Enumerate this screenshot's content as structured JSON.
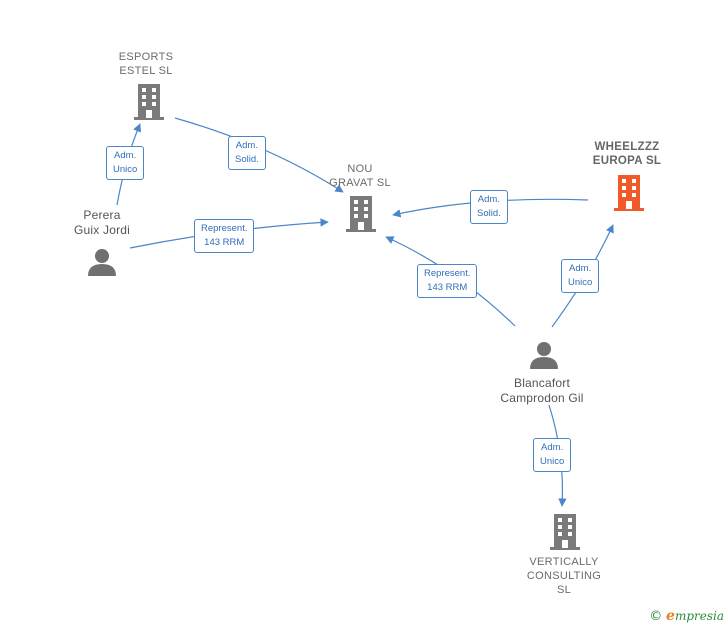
{
  "nodes": {
    "esports": {
      "line1": "ESPORTS",
      "line2": "ESTEL SL"
    },
    "nou": {
      "line1": "NOU",
      "line2": "GRAVAT  SL"
    },
    "wheelzzz": {
      "line1": "WHEELZZZ",
      "line2": "EUROPA  SL"
    },
    "perera": {
      "line1": "Perera",
      "line2": "Guix Jordi"
    },
    "blancafort": {
      "line1": "Blancafort",
      "line2": "Camprodon Gil"
    },
    "vertically": {
      "line1": "VERTICALLY",
      "line2": "CONSULTING",
      "line3": "SL"
    }
  },
  "edges": {
    "perera_esports": {
      "line1": "Adm.",
      "line2": "Unico"
    },
    "esports_nou": {
      "line1": "Adm.",
      "line2": "Solid."
    },
    "perera_nou": {
      "line1": "Represent.",
      "line2": "143 RRM"
    },
    "wheelzzz_nou": {
      "line1": "Adm.",
      "line2": "Solid."
    },
    "blancafort_nou": {
      "line1": "Represent.",
      "line2": "143 RRM"
    },
    "blancafort_wheelzzz": {
      "line1": "Adm.",
      "line2": "Unico"
    },
    "blancafort_vertically": {
      "line1": "Adm.",
      "line2": "Unico"
    }
  },
  "colors": {
    "edge": "#4a86c8",
    "company_icon": "#7a7a7a",
    "highlight_icon": "#f05a28",
    "person_icon": "#707070"
  },
  "footer": {
    "symbol": "©",
    "brand_initial": "e",
    "brand_rest": "mpresia"
  }
}
